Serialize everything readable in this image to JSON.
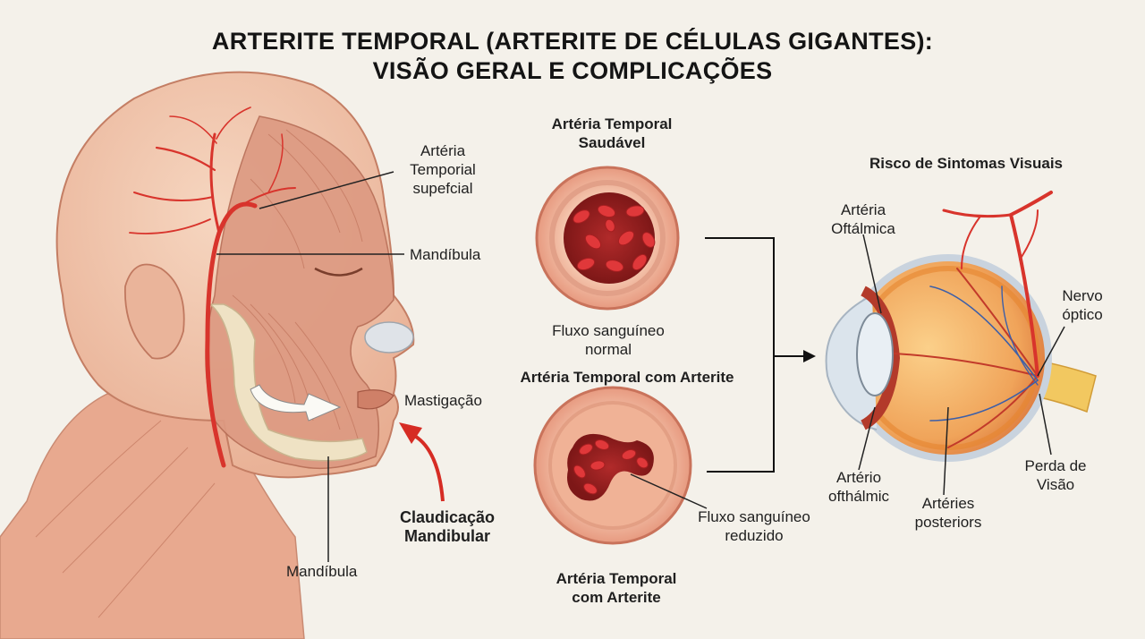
{
  "title": {
    "line1": "ARTERITE TEMPORAL (ARTERITE DE CÉLULAS GIGANTES):",
    "line2": "VISÃO GERAL E COMPLICAÇÕES"
  },
  "head_labels": {
    "artery": [
      "Artéria",
      "Temporial",
      "supefcial"
    ],
    "mandible_top": "Mandíbula",
    "chewing": "Mastigação",
    "claudication": [
      "Claudicação",
      "Mandibular"
    ],
    "mandible_bottom": "Mandíbula"
  },
  "artery_panels": {
    "healthy_heading": [
      "Artéria Temporal",
      "Saudável"
    ],
    "normal_flow": [
      "Fluxo sanguíneo",
      "normal"
    ],
    "arteritis_heading": "Artéria Temporal com Arterite",
    "reduced_flow": [
      "Fluxo sanguíneo",
      "reduzido"
    ],
    "arteritis_caption": [
      "Artéria Temporal",
      "com Arterite"
    ]
  },
  "eye_panel": {
    "heading": "Risco de Sintomas Visuais",
    "ophthalmic_artery": [
      "Artéria",
      "Oftálmica"
    ],
    "optic_nerve": [
      "Nervo",
      "óptico"
    ],
    "ophthalmic_lower": [
      "Artério",
      "ofthálmic"
    ],
    "posterior_arteries": [
      "Artéries",
      "posteriors"
    ],
    "vision_loss": [
      "Perda de",
      "Visão"
    ]
  },
  "colors": {
    "skin": "#f0c7ae",
    "muscle": "#d98f78",
    "artery": "#d8342c",
    "bone": "#efe2c4",
    "background": "#f4f1ea"
  }
}
